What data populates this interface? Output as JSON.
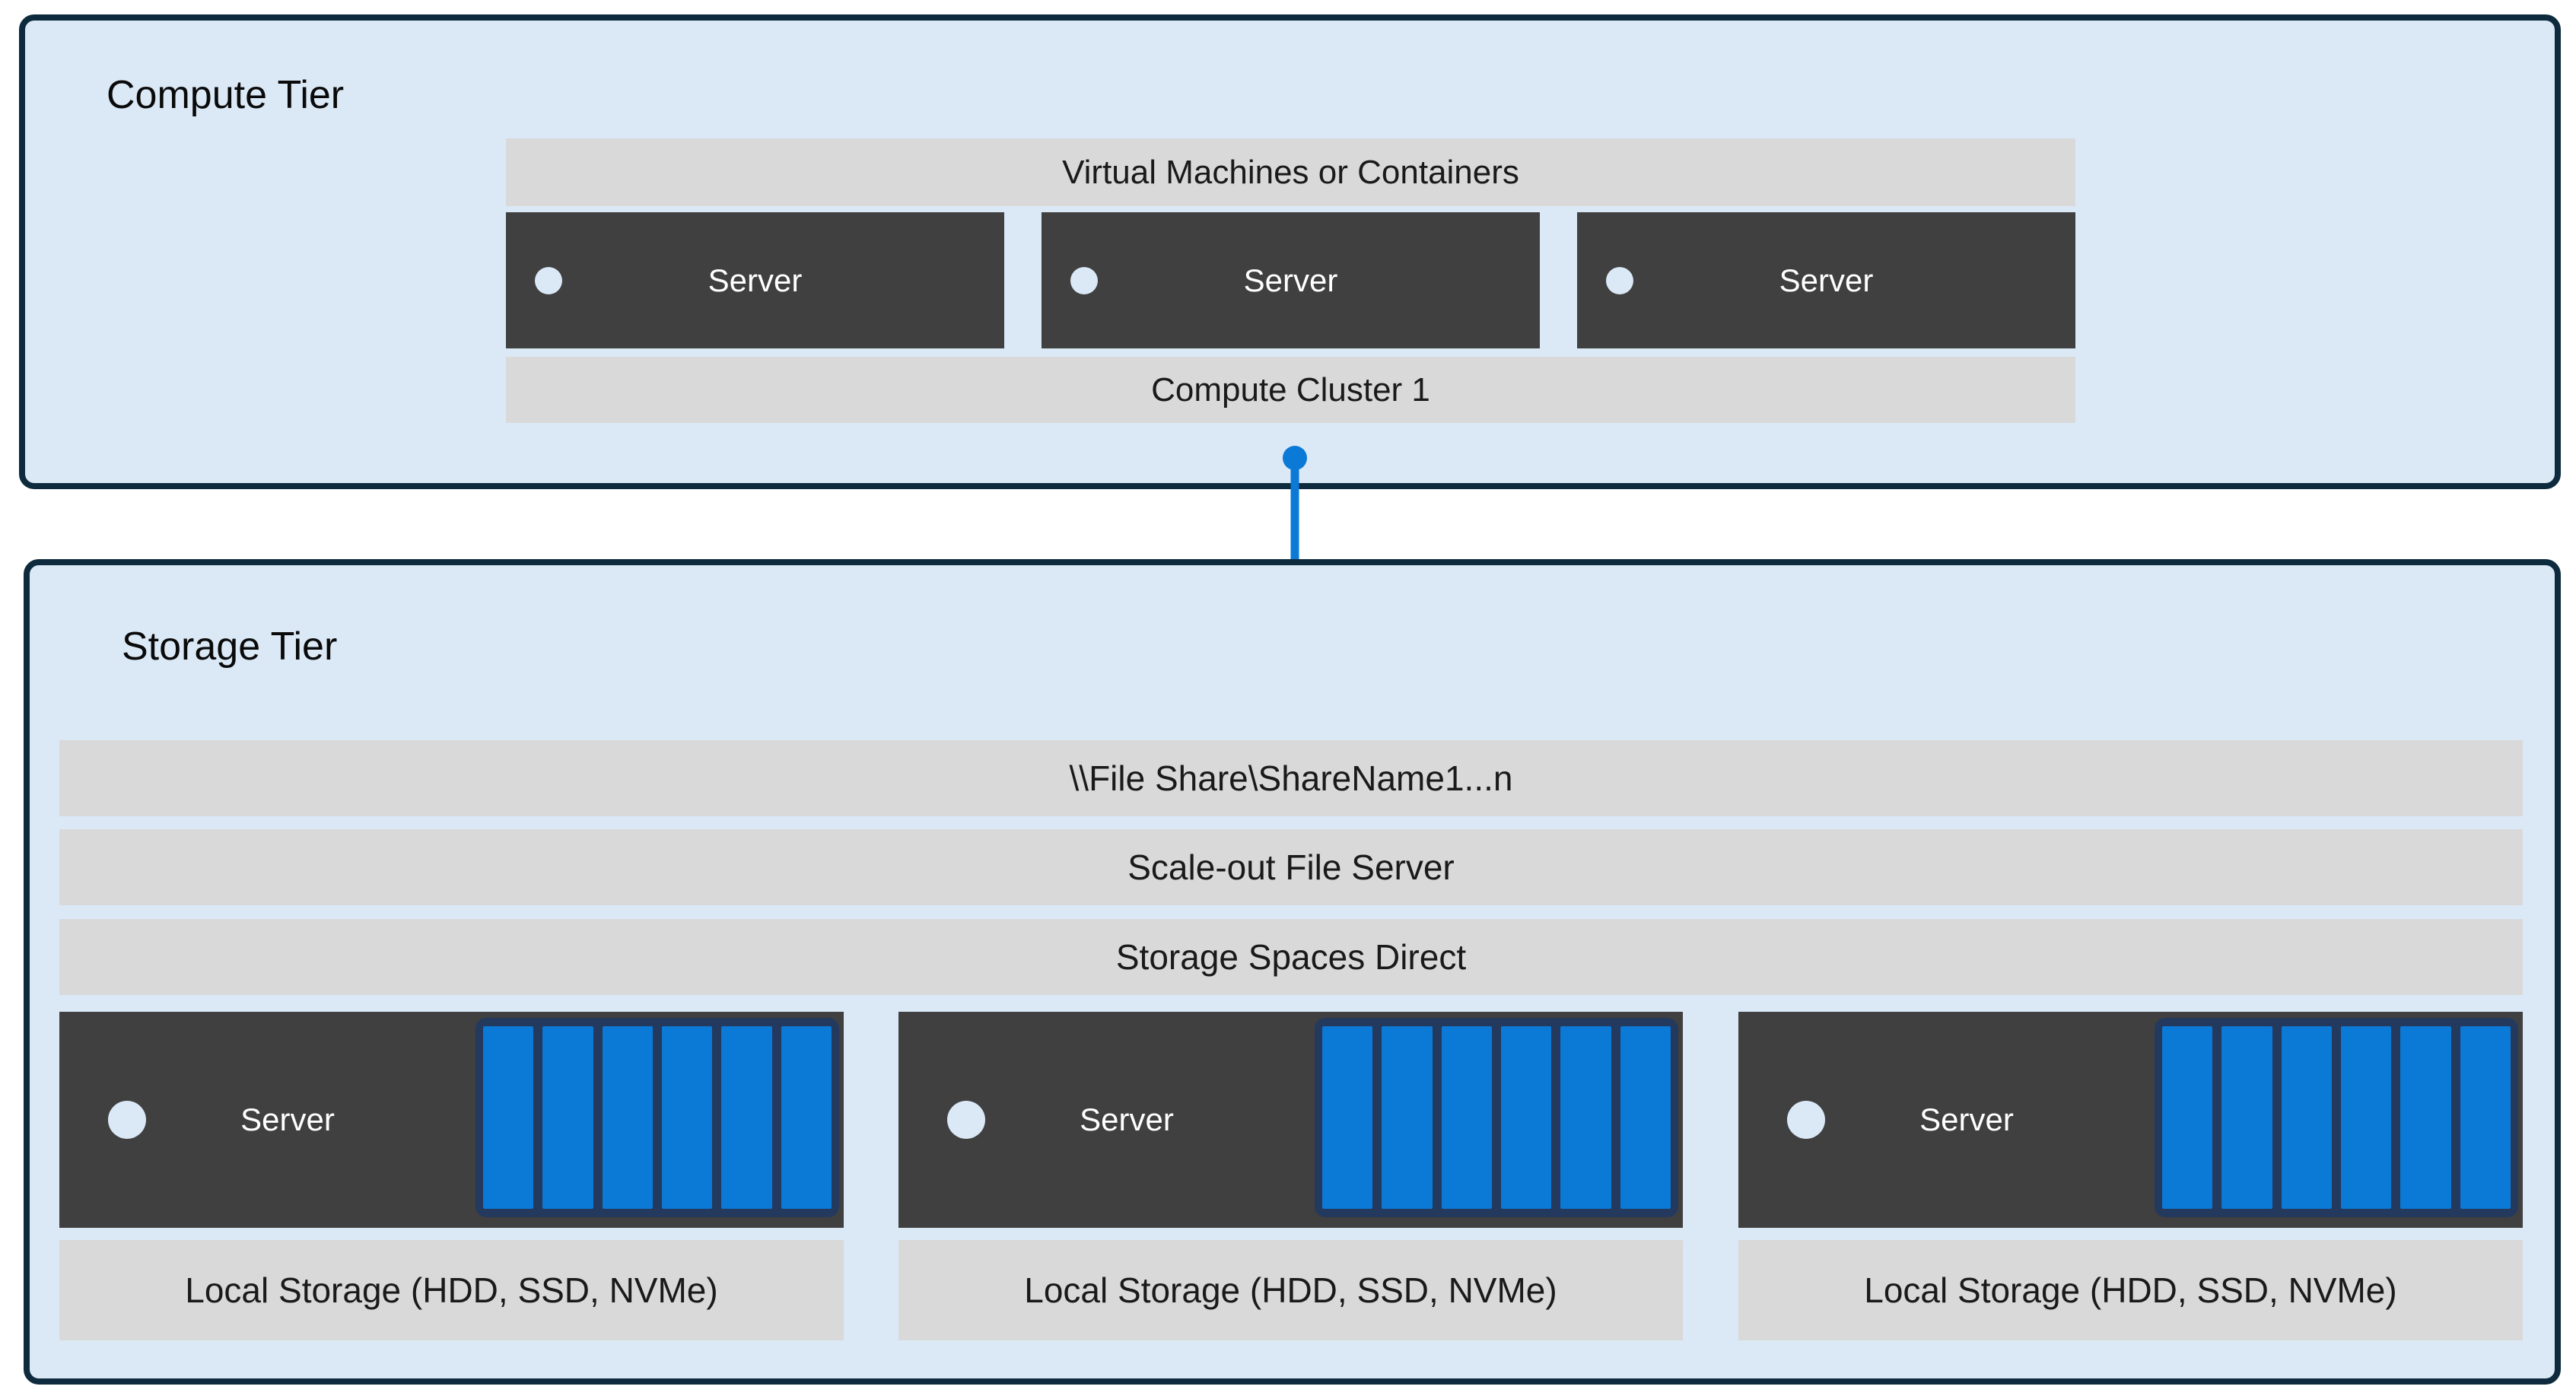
{
  "diagram": {
    "compute_tier": {
      "title": "Compute Tier",
      "vm_bar_label": "Virtual Machines or Containers",
      "cluster_bar_label": "Compute Cluster 1",
      "servers": [
        {
          "label": "Server"
        },
        {
          "label": "Server"
        },
        {
          "label": "Server"
        }
      ]
    },
    "storage_tier": {
      "title": "Storage Tier",
      "file_share_bar_label": "\\\\File Share\\ShareName1...n",
      "scale_out_bar_label": "Scale-out File Server",
      "s2d_bar_label": "Storage Spaces Direct",
      "nodes": [
        {
          "label": "Server",
          "disk_count": 6,
          "local_storage_label": "Local Storage (HDD, SSD, NVMe)"
        },
        {
          "label": "Server",
          "disk_count": 6,
          "local_storage_label": "Local Storage (HDD, SSD, NVMe)"
        },
        {
          "label": "Server",
          "disk_count": 6,
          "local_storage_label": "Local Storage (HDD, SSD, NVMe)"
        }
      ]
    },
    "icons": {
      "folder": "file-share-folder-icon",
      "connector": "compute-to-storage-connector-line"
    },
    "colors": {
      "tier_fill": "#dbe9f7",
      "tier_border": "#0d2b3c",
      "bar_fill": "#d9d9d9",
      "server_fill": "#404040",
      "accent_blue": "#0b79d6",
      "disk_navy": "#24395e",
      "text_dark": "#1a1a1a",
      "text_light": "#ffffff"
    }
  }
}
